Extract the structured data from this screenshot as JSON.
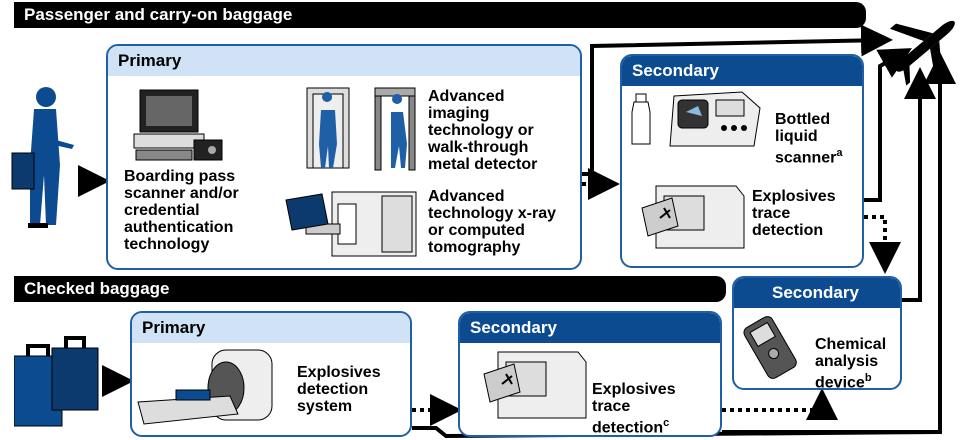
{
  "bands": {
    "passenger": "Passenger and carry-on baggage",
    "checked": "Checked baggage"
  },
  "panels": {
    "p_primary": "Primary",
    "p_secondary": "Secondary",
    "c_primary": "Primary",
    "c_secondary": "Secondary",
    "chem_secondary": "Secondary"
  },
  "labels": {
    "boarding": "Boarding pass\nscanner and/or\ncredential\nauthentication\ntechnology",
    "ait": "Advanced\nimaging\ntechnology or\nwalk-through\nmetal detector",
    "xray": "Advanced\ntechnology x-ray\nor computed\ntomography",
    "bottled": "Bottled\nliquid\nscanner",
    "bottled_sup": "a",
    "etd1": "Explosives\ntrace\ndetection",
    "eds": "Explosives\ndetection\nsystem",
    "etd2": "Explosives\ntrace\ndetection",
    "etd2_sup": "c",
    "chem": "Chemical\nanalysis\ndevice",
    "chem_sup": "b"
  },
  "icons": [
    "traveler-icon",
    "airplane-icon",
    "computer-icon",
    "body-scanner-icon",
    "xray-machine-icon",
    "bottle-icon",
    "liquid-scanner-icon",
    "trace-detector-icon",
    "luggage-icon",
    "eds-machine-icon",
    "handheld-device-icon"
  ]
}
